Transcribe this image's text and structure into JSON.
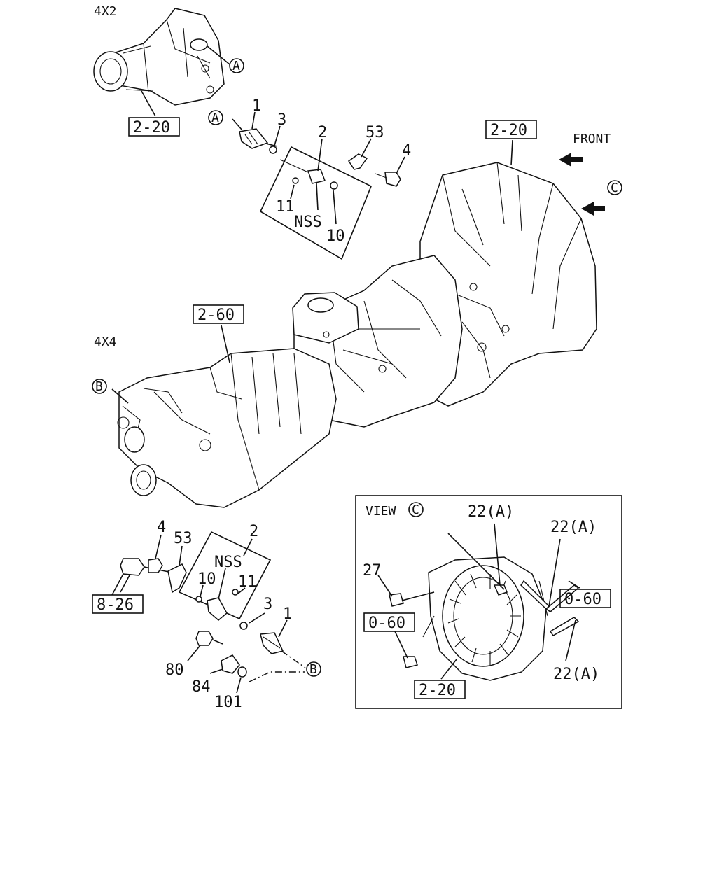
{
  "section_4x2": "4X2",
  "section_4x4": "4X4",
  "front": "FRONT",
  "view": "VIEW",
  "circle_a": "A",
  "circle_b": "B",
  "circle_c": "C",
  "ref_2_20": "2-20",
  "ref_2_60": "2-60",
  "ref_8_26": "8-26",
  "ref_0_60": "0-60",
  "nss": "NSS",
  "parts": {
    "p1": "1",
    "p2": "2",
    "p3": "3",
    "p4": "4",
    "p10": "10",
    "p11": "11",
    "p22a": "22(A)",
    "p27": "27",
    "p53": "53",
    "p80": "80",
    "p84": "84",
    "p101": "101"
  }
}
